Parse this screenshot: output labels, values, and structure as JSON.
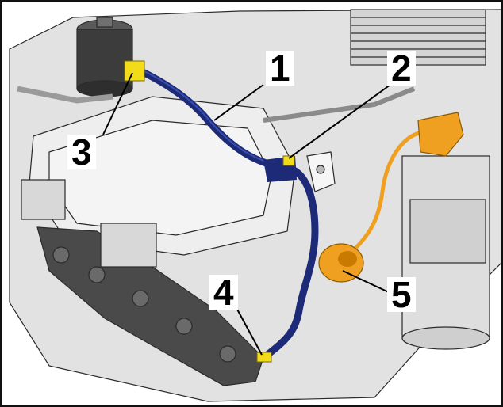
{
  "figure": {
    "callouts": [
      "1",
      "2",
      "3",
      "4",
      "5"
    ],
    "colors": {
      "pipe": "#1c2a78",
      "pipe_highlight": "#3a4fb0",
      "fitting": "#f2dc1a",
      "sensor": "#f0a020",
      "sensor_dark": "#c97a00",
      "engine_light": "#e6e6e6",
      "engine_mid": "#c8c8c8",
      "engine_dark": "#4a4a4a",
      "outline": "#2a2a2a"
    }
  }
}
